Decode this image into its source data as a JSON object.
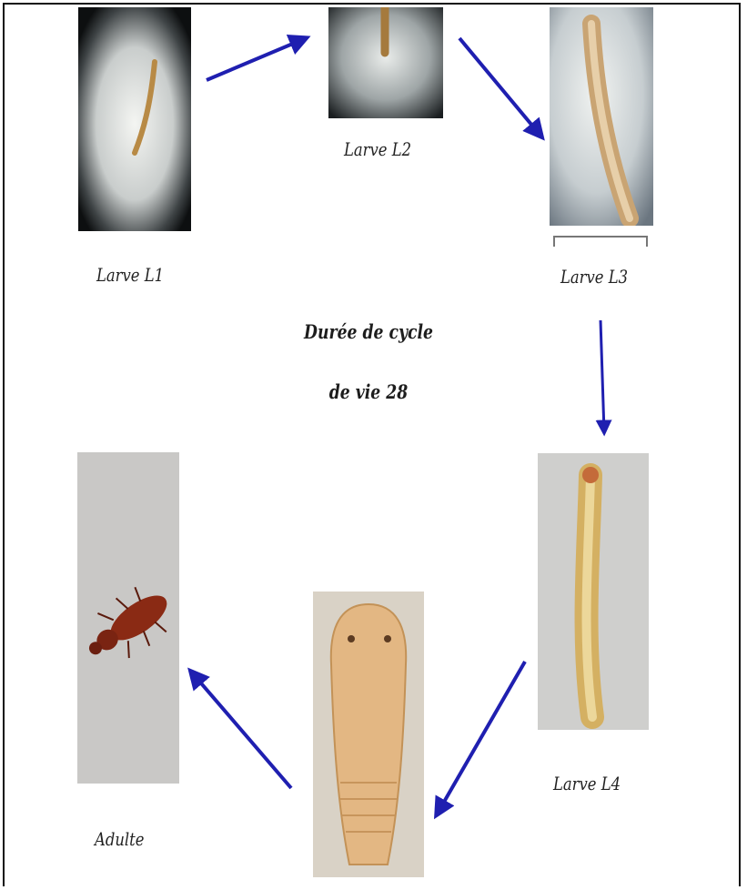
{
  "labels": {
    "l1": "Larve L1",
    "l2": "Larve L2",
    "l3": "Larve L3",
    "l4": "Larve L4",
    "adult": "Adulte"
  },
  "center_text": {
    "line1": "Durée de cycle",
    "line2": "de vie 28"
  },
  "colors": {
    "arrow": "#1f1fb0",
    "frame": "#111111"
  }
}
